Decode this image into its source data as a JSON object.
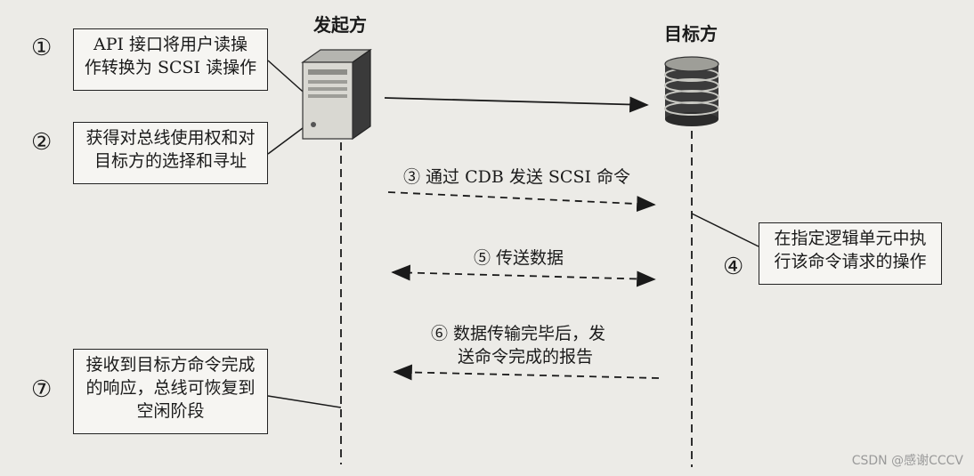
{
  "initiator": {
    "title": "发起方",
    "icon": "server-icon"
  },
  "target": {
    "title": "目标方",
    "icon": "disk-stack-icon"
  },
  "steps": {
    "s1": {
      "num": "①",
      "text_l1": "API 接口将用户读操",
      "text_l2": "作转换为 SCSI 读操作"
    },
    "s2": {
      "num": "②",
      "text_l1": "获得对总线使用权和对",
      "text_l2": "目标方的选择和寻址"
    },
    "s3": {
      "text": "③ 通过 CDB 发送 SCSI 命令"
    },
    "s4": {
      "num": "④",
      "text_l1": "在指定逻辑单元中执",
      "text_l2": "行该命令请求的操作"
    },
    "s5": {
      "text": "⑤ 传送数据"
    },
    "s6": {
      "text_l1": "⑥ 数据传输完毕后，发",
      "text_l2": "送命令完成的报告"
    },
    "s7": {
      "num": "⑦",
      "text_l1": "接收到目标方命令完成",
      "text_l2": "的响应，总线可恢复到",
      "text_l3": "空闲阶段"
    }
  },
  "watermark": "CSDN @感谢CCCV"
}
